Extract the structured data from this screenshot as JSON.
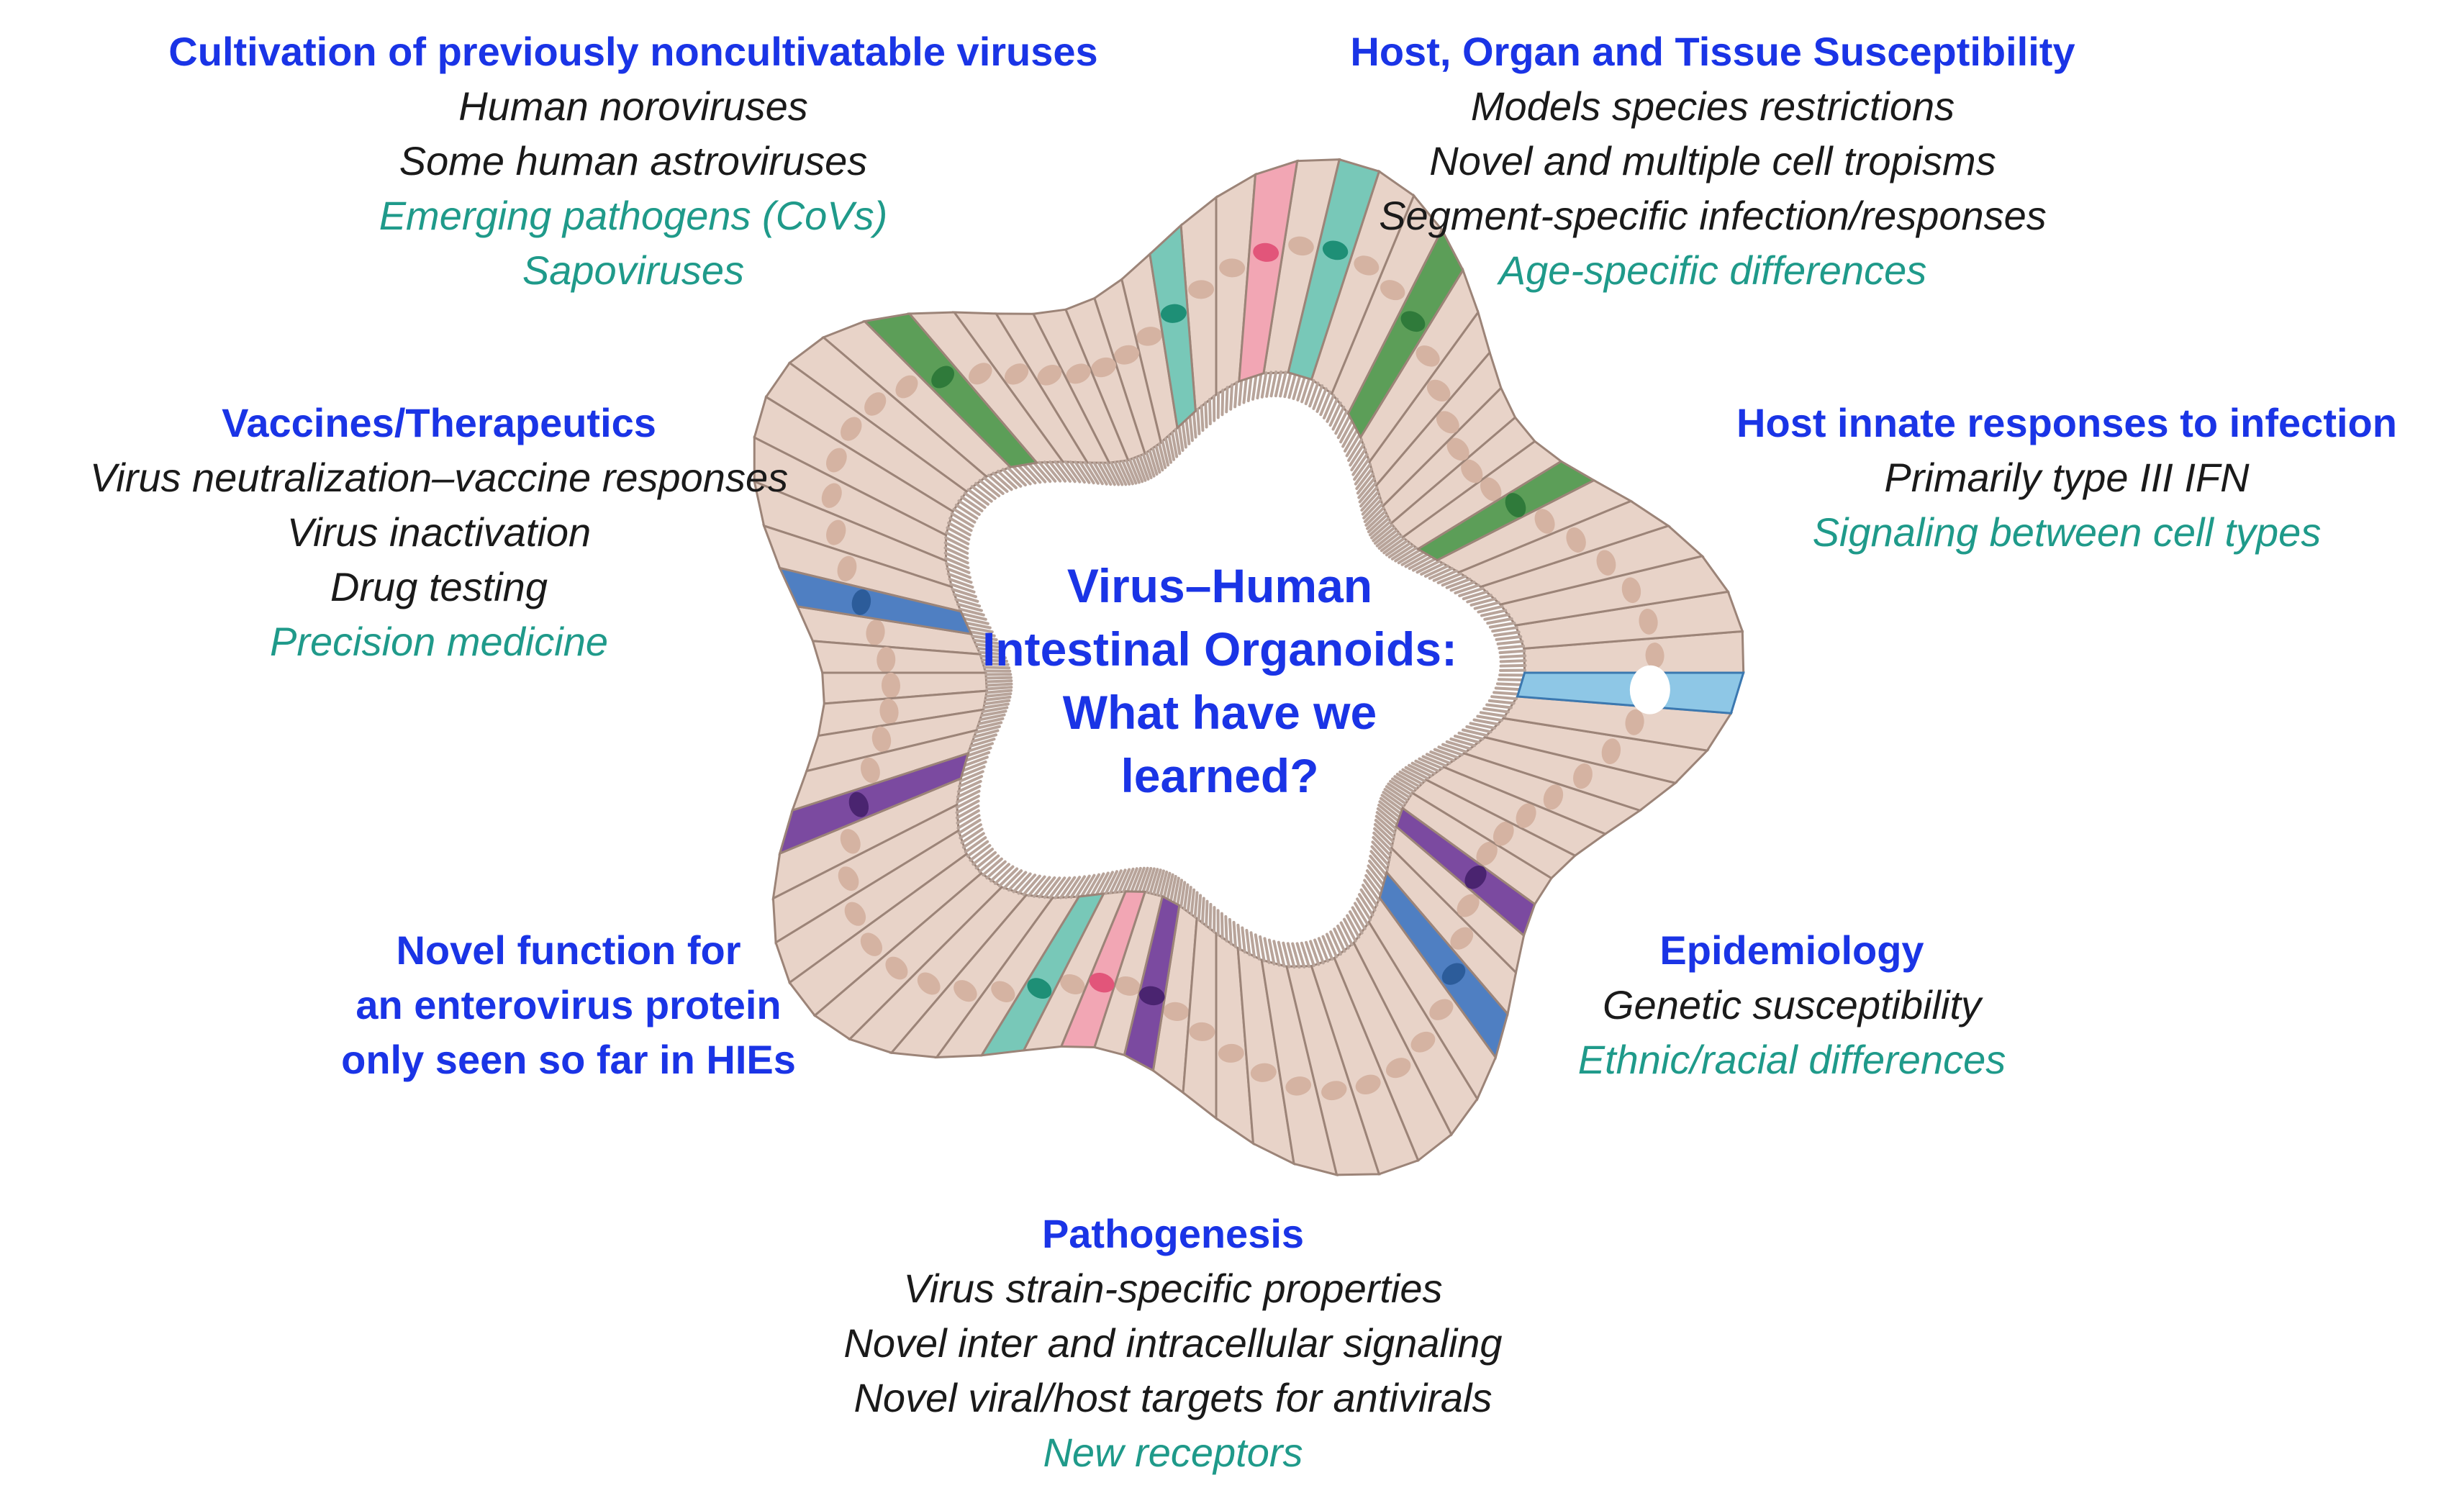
{
  "colors": {
    "heading": "#1a34e6",
    "text": "#1a1a1a",
    "teal": "#1f9a8a",
    "cell_fill": "#e8d3c8",
    "cell_stroke": "#9c8478",
    "nucleus": "#d5b3a2",
    "microvilli": "#b8a49a",
    "goblet": "#5c9e58",
    "tuft": "#4f7fc2",
    "enteroendocrine": "#7b4aa0",
    "paneth": "#f2a6b4",
    "stem_teal": "#78c8b8",
    "injured_cell": "#8ec7e6"
  },
  "center": {
    "lines": [
      "Virus–Human",
      "Intestinal Organoids:",
      "What have we",
      "learned?"
    ]
  },
  "sections": {
    "cultivation": {
      "heading": [
        "Cultivation of previously noncultivatable viruses"
      ],
      "items": [
        "Human noroviruses",
        "Some human astroviruses"
      ],
      "highlight": [
        "Emerging pathogens (CoVs)",
        "Sapoviruses"
      ]
    },
    "host_organ": {
      "heading": [
        "Host, Organ and Tissue Susceptibility"
      ],
      "items": [
        "Models species restrictions",
        "Novel and multiple cell tropisms",
        "Segment-specific infection/responses"
      ],
      "highlight": [
        "Age-specific differences"
      ]
    },
    "vaccines": {
      "heading": [
        "Vaccines/Therapeutics"
      ],
      "items": [
        "Virus neutralization–vaccine responses",
        "Virus inactivation",
        "Drug testing"
      ],
      "highlight": [
        "Precision medicine"
      ]
    },
    "innate": {
      "heading": [
        "Host innate responses to infection"
      ],
      "items": [
        "Primarily type III IFN"
      ],
      "highlight": [
        "Signaling between cell types"
      ]
    },
    "novel_function": {
      "heading": [
        "Novel function for",
        "an enterovirus protein",
        "only seen so far in HIEs"
      ],
      "items": [],
      "highlight": []
    },
    "epidemiology": {
      "heading": [
        "Epidemiology"
      ],
      "items": [
        "Genetic susceptibility"
      ],
      "highlight": [
        "Ethnic/racial differences"
      ]
    },
    "pathogenesis": {
      "heading": [
        "Pathogenesis"
      ],
      "items": [
        "Virus strain-specific properties",
        "Novel inter and intracellular signaling",
        "Novel viral/host targets for antivirals"
      ],
      "highlight": [
        "New receptors"
      ]
    }
  }
}
